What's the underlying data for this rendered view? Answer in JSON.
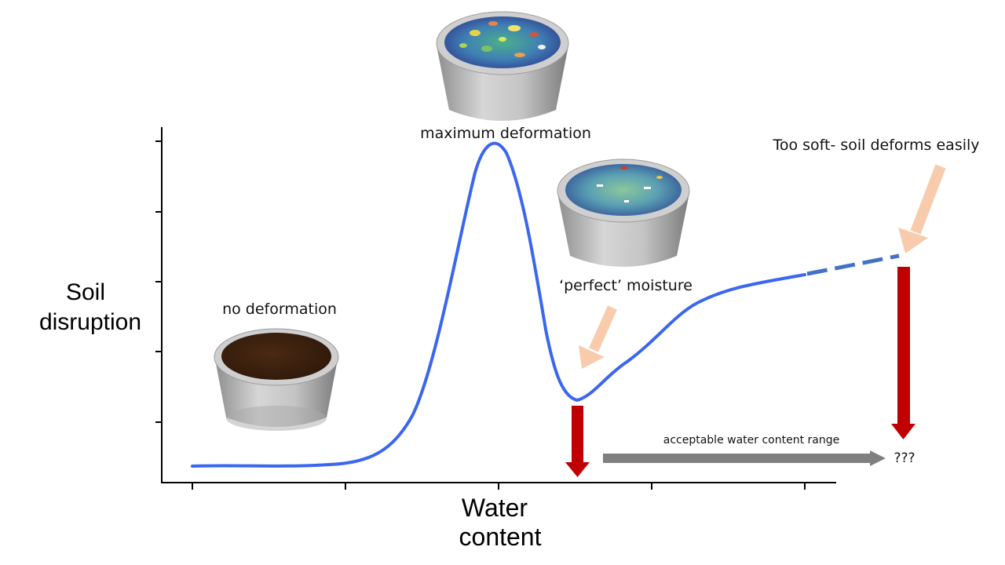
{
  "axes": {
    "y_label_line1": "Soil",
    "y_label_line2": "disruption",
    "x_label_line1": "Water",
    "x_label_line2": "content"
  },
  "annotations": {
    "no_deformation": "no deformation",
    "maximum_deformation": "maximum deformation",
    "perfect_moisture": "‘perfect’ moisture",
    "too_soft": "Too soft- soil deforms easily",
    "acceptable_range": "acceptable  water content range",
    "unknown": "???"
  },
  "colors": {
    "curve": "#3A66F0",
    "curve_dashed": "#4472C4",
    "red_arrow": "#C00000",
    "peach_arrow": "#F8CBAD",
    "gray_arrow": "#808080",
    "axis": "#000000",
    "soil_dry": "#3B2010",
    "cup": "#BDBDBD"
  },
  "samples": [
    {
      "name": "dry-soil-sample",
      "surface": "dark-brown"
    },
    {
      "name": "max-deformation-sample",
      "surface": "heatmap-rough"
    },
    {
      "name": "perfect-moisture-sample",
      "surface": "heatmap-smooth"
    }
  ]
}
